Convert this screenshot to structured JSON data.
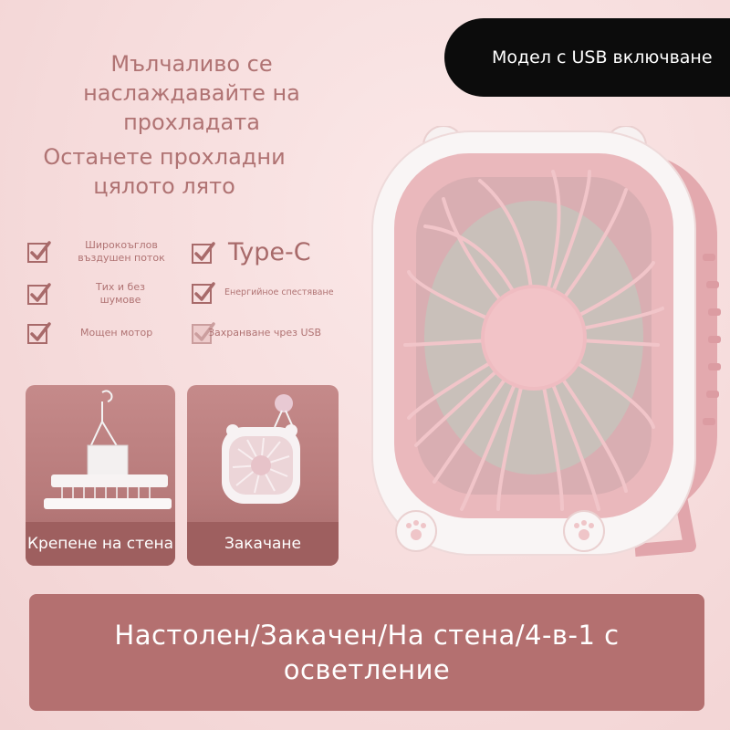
{
  "badge": {
    "label": "Модел с USB включване"
  },
  "headline": "Мълчаливо се наслаждавайте на прохладата",
  "subline": "Останете прохладни цялото лято",
  "features": [
    {
      "text": "Широкоъглов въздушен поток",
      "icon": "checkmark-icon"
    },
    {
      "text": "Type-C",
      "icon": "checkmark-icon"
    },
    {
      "text": "Тих и без шумове",
      "icon": "checkmark-icon"
    },
    {
      "text": "Енергийное спестяване",
      "icon": "checkmark-icon"
    },
    {
      "text": "Мощен мотор",
      "icon": "checkmark-icon"
    },
    {
      "text": "Захранване чрез USB",
      "icon": "checkmark-icon"
    }
  ],
  "cards": [
    {
      "caption": "Крепене на стена"
    },
    {
      "caption": "Закачане"
    }
  ],
  "banner": {
    "text": "Настолен/Закачен/На стена/4-в-1 с осветление"
  },
  "colors": {
    "background": "#f6dede",
    "text_rose": "#b07373",
    "banner": "#b47070",
    "badge": "#0c0c0c",
    "fan_pink": "#eab8bc"
  }
}
